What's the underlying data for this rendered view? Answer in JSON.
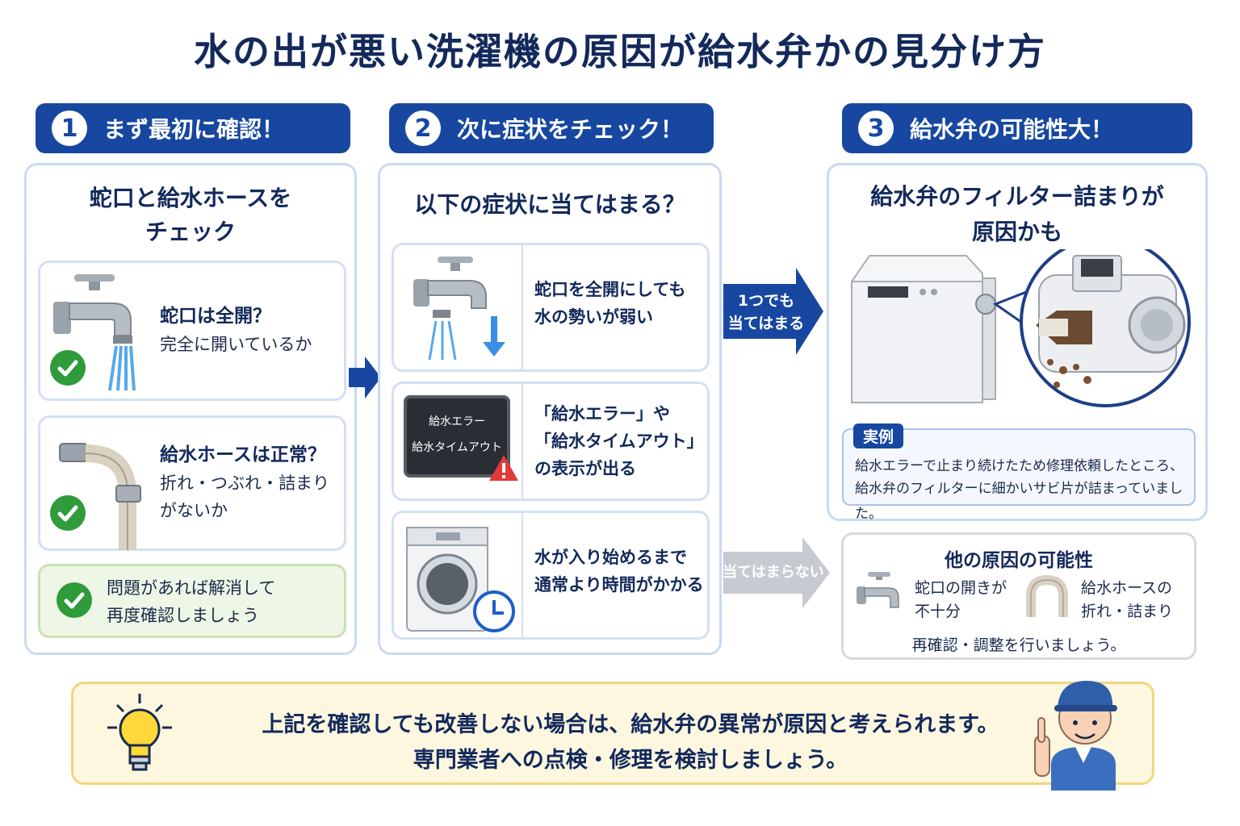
{
  "title": "水の出が悪い洗濯機の原因が給水弁かの見分け方",
  "steps": [
    {
      "num": "1",
      "label": "まず最初に確認！"
    },
    {
      "num": "2",
      "label": "次に症状をチェック！"
    },
    {
      "num": "3",
      "label": "給水弁の可能性大！"
    }
  ],
  "col1": {
    "title_line1": "蛇口と給水ホースを",
    "title_line2": "チェック",
    "card1": {
      "title": "蛇口は全開？",
      "sub": "完全に開いているか"
    },
    "card2": {
      "title": "給水ホースは正常？",
      "sub_line1": "折れ・つぶれ・詰まり",
      "sub_line2": "がないか"
    },
    "green": {
      "line1": "問題があれば解消して",
      "line2": "再度確認しましょう"
    }
  },
  "col2": {
    "title": "以下の症状に当てはまる？",
    "symptom1": {
      "line1": "蛇口を全開にしても",
      "line2": "水の勢いが弱い"
    },
    "symptom2": {
      "line1": "「給水エラー」や",
      "line2": "「給水タイムアウト」",
      "line3": "の表示が出る",
      "display_line1": "給水エラー",
      "display_line2": "給水タイムアウト"
    },
    "symptom3": {
      "line1": "水が入り始めるまで",
      "line2": "通常より時間がかかる"
    }
  },
  "arrow_yes": {
    "line1": "1つでも",
    "line2": "当てはまる"
  },
  "arrow_no": {
    "label": "当てはまらない"
  },
  "col3": {
    "title_line1": "給水弁のフィルター詰まりが",
    "title_line2": "原因かも",
    "example": {
      "tag": "実例",
      "line1": "給水エラーで止まり続けたため修理依頼したところ、",
      "line2": "給水弁のフィルターに細かいサビ片が詰まっていました。"
    }
  },
  "other": {
    "title": "他の原因の可能性",
    "item1_line1": "蛇口の開きが",
    "item1_line2": "不十分",
    "item2_line1": "給水ホースの",
    "item2_line2": "折れ・詰まり",
    "footer": "再確認・調整を行いましょう。"
  },
  "bottom": {
    "line1": "上記を確認しても改善しない場合は、給水弁の異常が原因と考えられます。",
    "line2": "専門業者への点検・修理を検討しましょう。"
  },
  "colors": {
    "navy": "#1747a0",
    "green": "#2f9b3b",
    "yellow": "#fdf7e0",
    "gray_arrow": "#c7cbd1"
  }
}
